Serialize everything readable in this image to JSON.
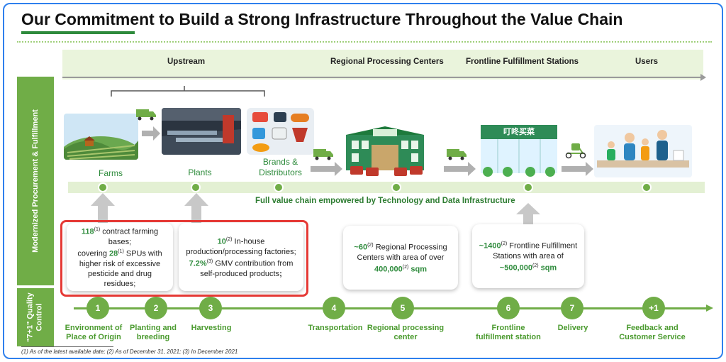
{
  "title": "Our Commitment to Build a Strong Infrastructure Throughout the Value Chain",
  "stages": [
    {
      "label": "Upstream"
    },
    {
      "label": "Regional Processing Centers"
    },
    {
      "label": "Frontline Fulfillment Stations"
    },
    {
      "label": "Users"
    }
  ],
  "side_labels": {
    "top": "Modernized Procurement & Fulfillment",
    "bottom_line1": "\"7+1\" Quality",
    "bottom_line2": "Control"
  },
  "nodes": {
    "farms": "Farms",
    "plants": "Plants",
    "brands_line1": "Brands &",
    "brands_line2": "Distributors"
  },
  "store_sign": "叮咚买菜",
  "flow_text": "Full value chain empowered by Technology and Data Infrastructure",
  "cards": {
    "farms": {
      "n1": "118",
      "s1": "(1)",
      "t1": " contract farming bases;",
      "t2": "covering ",
      "n2": "28",
      "s2": "(1)",
      "t3": " SPUs with higher risk of excessive pesticide and drug residues;"
    },
    "plants": {
      "n1": "10",
      "s1": "(2)",
      "t1": " In-house production/processing factories; ",
      "n2": "7.2%",
      "s2": "(3)",
      "t2": " GMV contribution from self-produced products",
      "t3": ";"
    },
    "rpc": {
      "n1": "~60",
      "s1": "(2)",
      "t1": " Regional Processing Centers with area of over ",
      "n2": "400,000",
      "s2": "(2)",
      "t2": " sqm"
    },
    "ffs": {
      "n1": "~1400",
      "s1": "(2)",
      "t1": " Frontline Fulfillment Stations with area of ",
      "n2": "~500,000",
      "s2": "(2)",
      "t2": " sqm"
    }
  },
  "quality_steps": [
    {
      "num": "1",
      "line1": "Environment of",
      "line2": "Place of Origin"
    },
    {
      "num": "2",
      "line1": "Planting and",
      "line2": "breeding"
    },
    {
      "num": "3",
      "line1": "Harvesting",
      "line2": ""
    },
    {
      "num": "4",
      "line1": "Transportation",
      "line2": ""
    },
    {
      "num": "5",
      "line1": "Regional processing",
      "line2": "center"
    },
    {
      "num": "6",
      "line1": "Frontline",
      "line2": "fulfillment station"
    },
    {
      "num": "7",
      "line1": "Delivery",
      "line2": ""
    },
    {
      "num": "+1",
      "line1": "Feedback and",
      "line2": "Customer Service"
    }
  ],
  "footnote": "(1) As of the latest available date;   (2) As of December 31, 2021;   (3) In December 2021",
  "colors": {
    "accent": "#70ad47",
    "title_rule": "#2e8b3c",
    "highlight_box": "#e53935",
    "frame": "#2f80ed"
  }
}
